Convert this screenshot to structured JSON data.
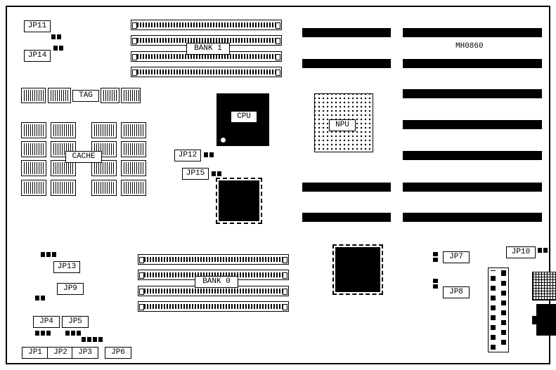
{
  "board": {
    "model": "MH0860"
  },
  "labels": {
    "jp1": "JP1",
    "jp2": "JP2",
    "jp3": "JP3",
    "jp4": "JP4",
    "jp5": "JP5",
    "jp6": "JP6",
    "jp7": "JP7",
    "jp8": "JP8",
    "jp9": "JP9",
    "jp10": "JP10",
    "jp11": "JP11",
    "jp12": "JP12",
    "jp13": "JP13",
    "jp14": "JP14",
    "jp15": "JP15",
    "bank0": "BANK 0",
    "bank1": "BANK 1",
    "tag": "TAG",
    "cache": "CACHE",
    "cpu": "CPU",
    "npu": "NPU"
  }
}
